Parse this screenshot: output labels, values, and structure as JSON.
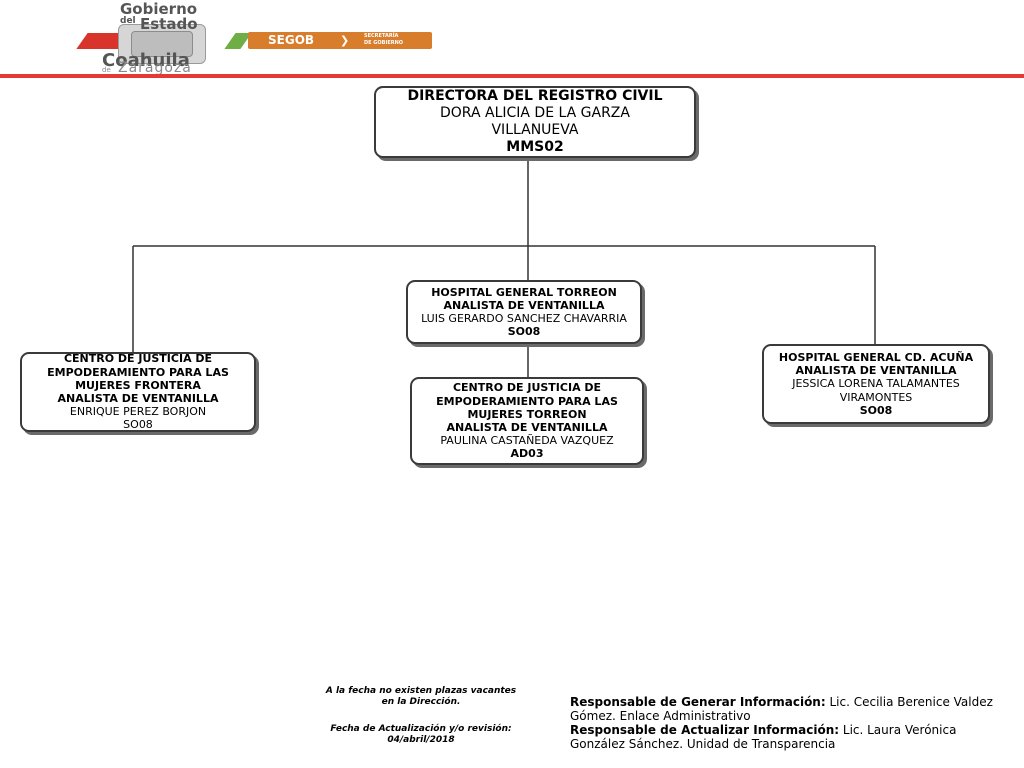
{
  "header": {
    "logo_line1": "Gobierno",
    "logo_del": "del",
    "logo_estado": "Estado",
    "logo_coahuila": "Coahuila",
    "logo_de": "de",
    "logo_zaragoza": "Zaragoza",
    "segob": "SEGOB",
    "segob_sub1": "SECRETARÍA",
    "segob_sub2": "DE GOBIERNO",
    "accent_red": "#e53935",
    "accent_orange": "#d87d2c",
    "accent_green": "#6fae44"
  },
  "root": {
    "title": "DIRECTORA DEL REGISTRO CIVIL",
    "name_line1": "DORA ALICIA DE LA GARZA",
    "name_line2": "VILLANUEVA",
    "code": "MMS02"
  },
  "hospital_torreon": {
    "unit": "HOSPITAL GENERAL TORREON",
    "position": "ANALISTA DE VENTANILLA",
    "name": "LUIS GERARDO SANCHEZ CHAVARRIA",
    "code": "SO08"
  },
  "cje_frontera": {
    "unit_line1": "CENTRO DE JUSTICIA DE",
    "unit_line2": "EMPODERAMIENTO PARA LAS",
    "unit_line3": "MUJERES FRONTERA",
    "position": "ANALISTA DE VENTANILLA",
    "name": "ENRIQUE PEREZ BORJON",
    "code": "SO08"
  },
  "cje_torreon": {
    "unit_line1": "CENTRO DE JUSTICIA DE",
    "unit_line2": "EMPODERAMIENTO PARA LAS",
    "unit_line3": "MUJERES TORREON",
    "position": "ANALISTA DE VENTANILLA",
    "name": "PAULINA CASTAÑEDA VAZQUEZ",
    "code": "AD03"
  },
  "hospital_acuna": {
    "unit": "HOSPITAL GENERAL CD. ACUÑA",
    "position": "ANALISTA DE VENTANILLA",
    "name_line1": "JESSICA LORENA TALAMANTES",
    "name_line2": "VIRAMONTES",
    "code": "SO08"
  },
  "footer": {
    "vacancy_line1": "A la fecha no existen plazas vacantes",
    "vacancy_line2": "en la Dirección.",
    "update_line1": "Fecha de Actualización y/o revisión:",
    "update_line2": "04/abril/2018",
    "generar_label": "Responsable de Generar Información:",
    "generar_value": " Lic. Cecilia Berenice Valdez Gómez. Enlace Administrativo",
    "actualizar_label": "Responsable de Actualizar Información:",
    "actualizar_value": " Lic. Laura Verónica González Sánchez. Unidad de Transparencia"
  }
}
